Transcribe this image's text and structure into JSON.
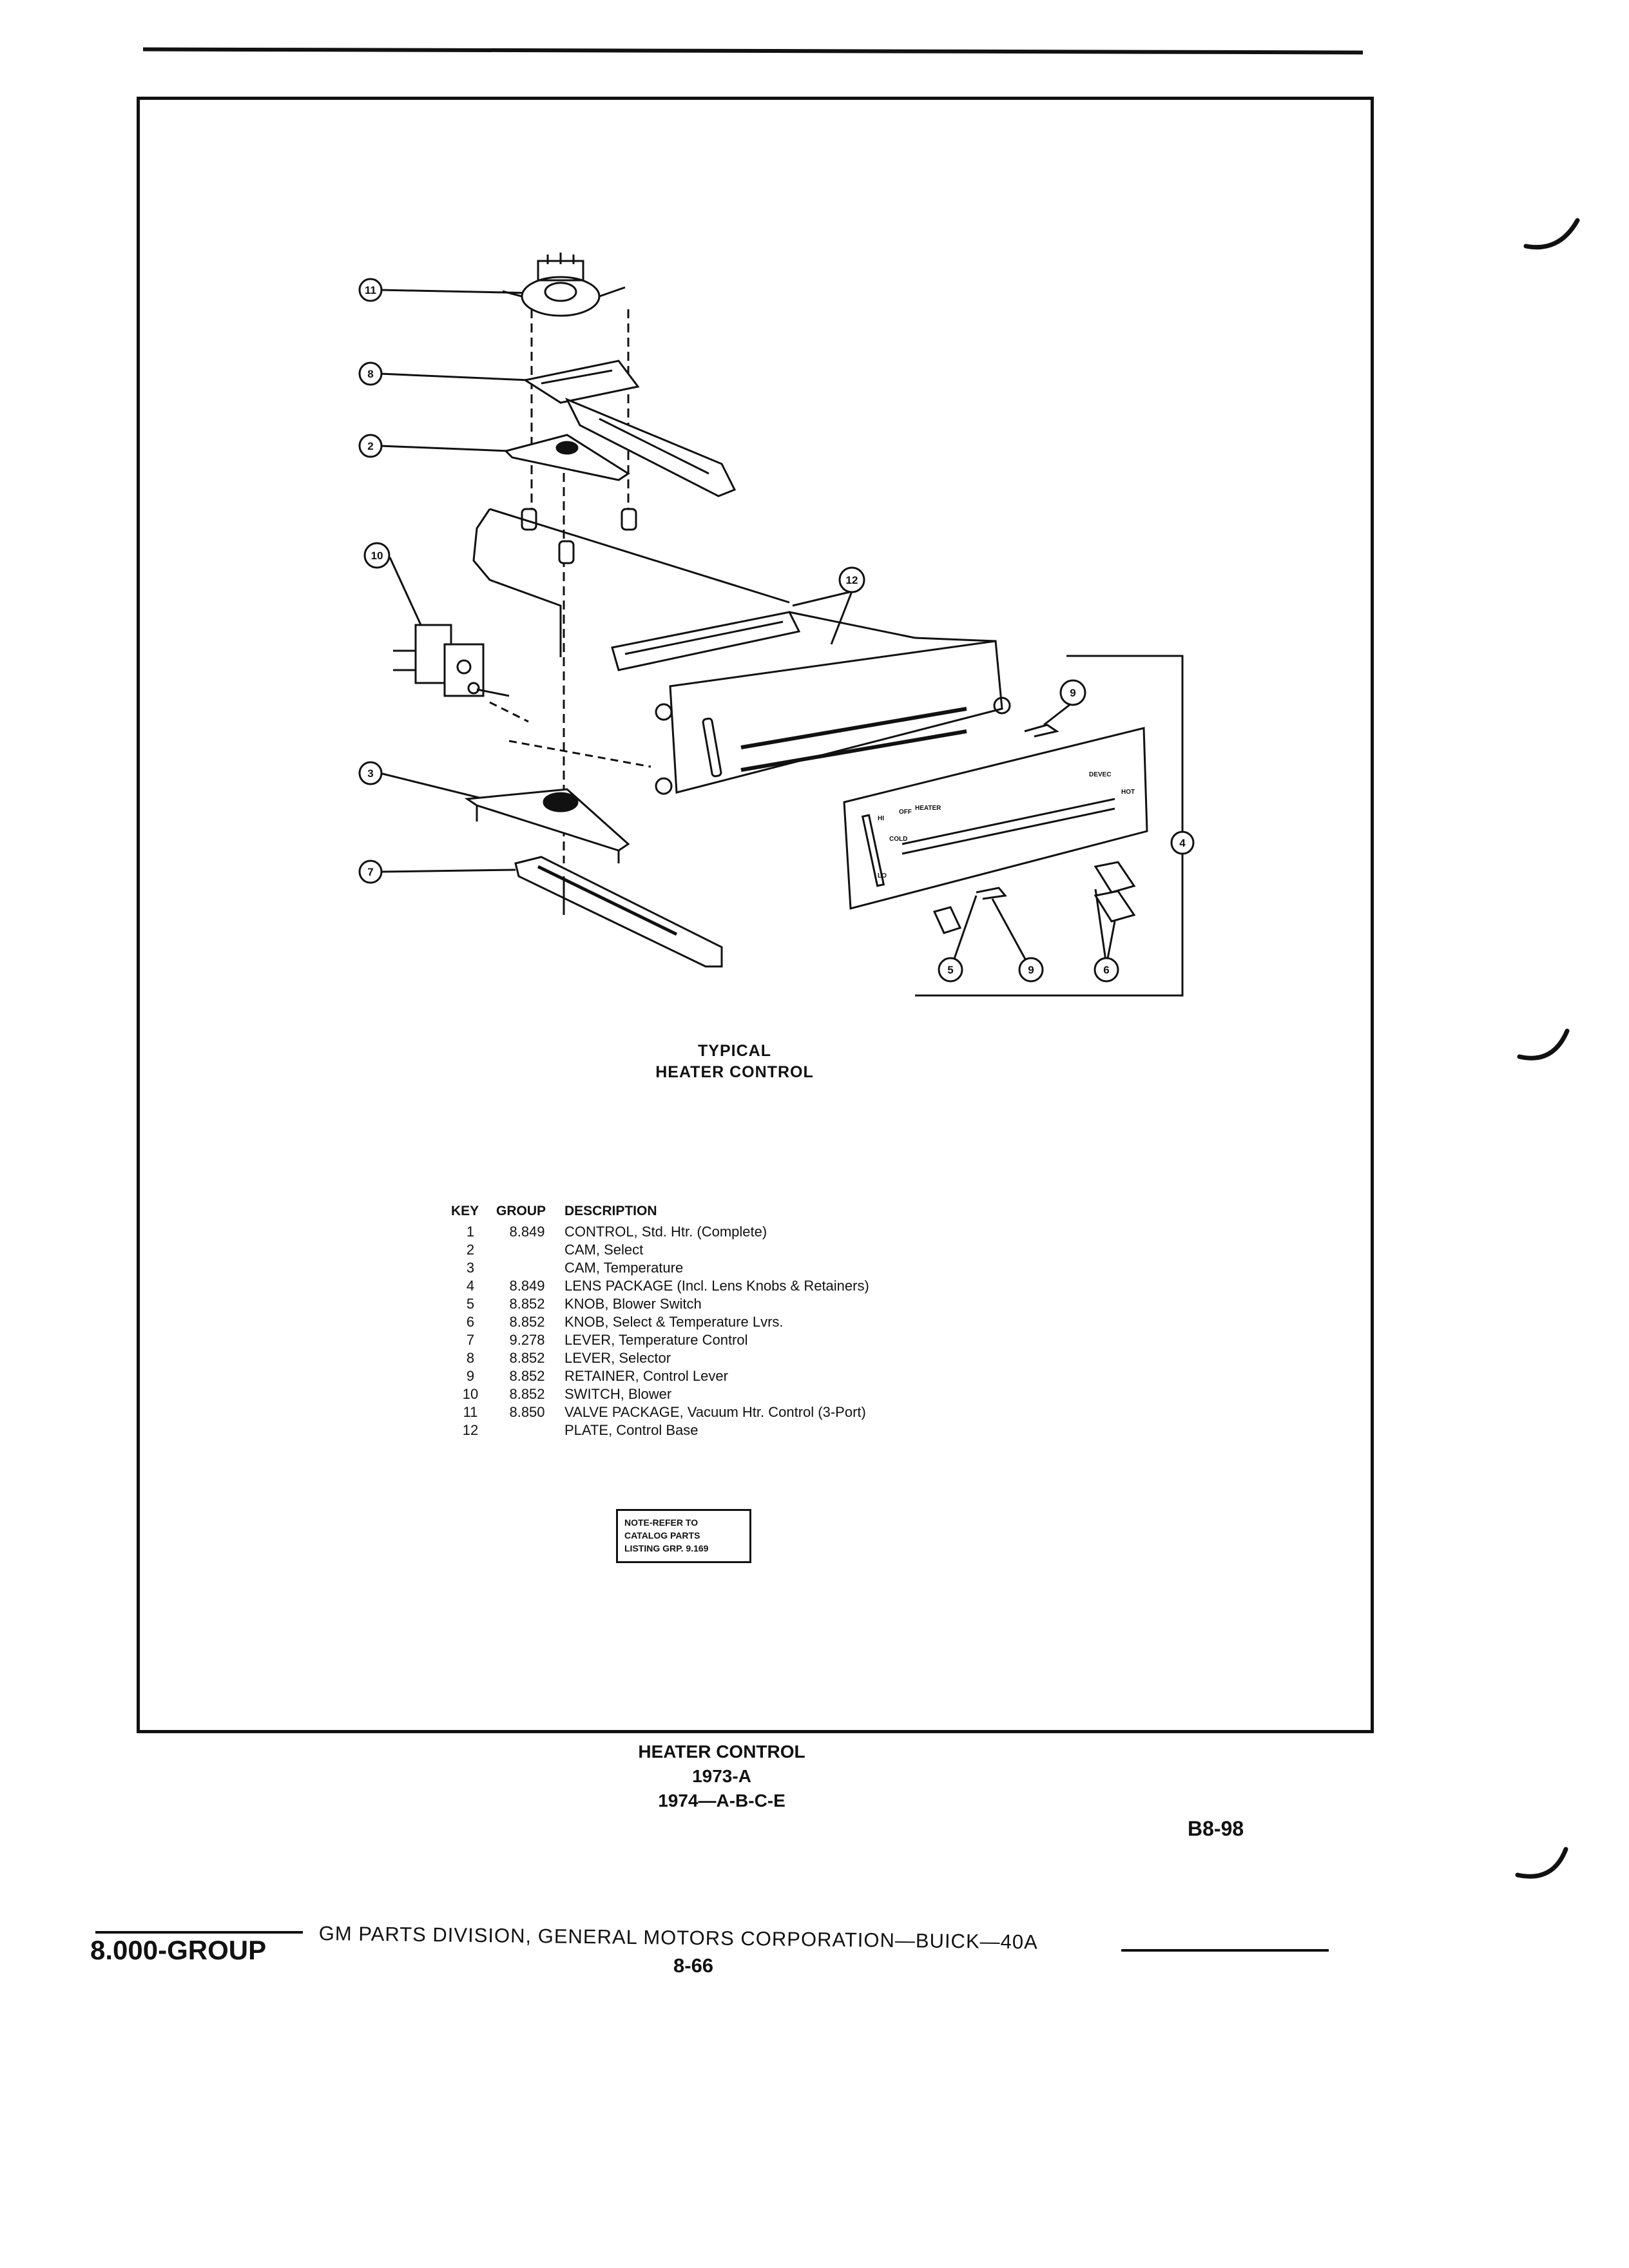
{
  "diagram": {
    "callouts": [
      "11",
      "8",
      "2",
      "10",
      "12",
      "9",
      "3",
      "4",
      "7",
      "5",
      "9",
      "6"
    ],
    "lens_printed_labels": [
      "OFF",
      "HEATER",
      "DEVEC",
      "HI",
      "LO",
      "COLD",
      "HOT"
    ]
  },
  "caption": {
    "line1": "TYPICAL",
    "line2": "HEATER CONTROL"
  },
  "parts_table": {
    "headers": {
      "key": "KEY",
      "group": "GROUP",
      "description": "DESCRIPTION"
    },
    "rows": [
      {
        "key": "1",
        "group": "8.849",
        "description": "CONTROL, Std. Htr. (Complete)"
      },
      {
        "key": "2",
        "group": "",
        "description": "CAM, Select"
      },
      {
        "key": "3",
        "group": "",
        "description": "CAM, Temperature"
      },
      {
        "key": "4",
        "group": "8.849",
        "description": "LENS PACKAGE (Incl. Lens Knobs & Retainers)"
      },
      {
        "key": "5",
        "group": "8.852",
        "description": "KNOB, Blower Switch"
      },
      {
        "key": "6",
        "group": "8.852",
        "description": "KNOB, Select & Temperature Lvrs."
      },
      {
        "key": "7",
        "group": "9.278",
        "description": "LEVER, Temperature Control"
      },
      {
        "key": "8",
        "group": "8.852",
        "description": "LEVER, Selector"
      },
      {
        "key": "9",
        "group": "8.852",
        "description": "RETAINER, Control Lever"
      },
      {
        "key": "10",
        "group": "8.852",
        "description": "SWITCH, Blower"
      },
      {
        "key": "11",
        "group": "8.850",
        "description": "VALVE PACKAGE, Vacuum Htr. Control (3-Port)"
      },
      {
        "key": "12",
        "group": "",
        "description": "PLATE, Control Base"
      }
    ]
  },
  "note": {
    "line1": "NOTE-REFER TO",
    "line2": "CATALOG PARTS",
    "line3": "LISTING GRP. 9.169"
  },
  "bottom_caption": {
    "line1": "HEATER CONTROL",
    "line2": "1973-A",
    "line3": "1974—A-B-C-E"
  },
  "page_ref": "B8-98",
  "footer": {
    "corporation": "GM PARTS DIVISION, GENERAL MOTORS CORPORATION—BUICK—40A",
    "group": "8.000-GROUP",
    "page": "8-66"
  }
}
